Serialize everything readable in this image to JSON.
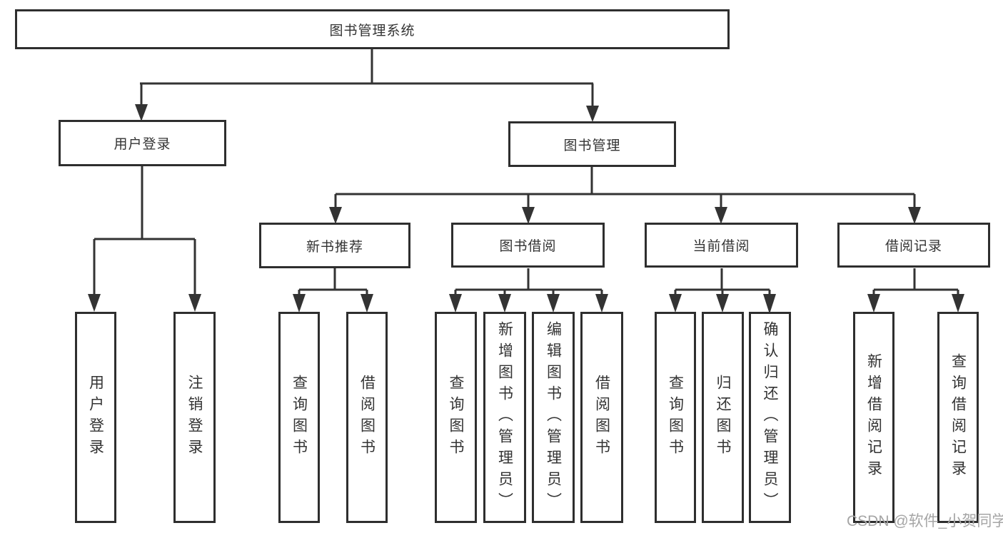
{
  "diagram": {
    "root": {
      "label": "图书管理系统"
    },
    "user_login": {
      "label": "用户登录",
      "children": {
        "login": {
          "label": "用户登录"
        },
        "logout": {
          "label": "注销登录"
        }
      }
    },
    "book_mgmt": {
      "label": "图书管理",
      "children": {
        "new_book_rec": {
          "label": "新书推荐",
          "children": {
            "query_book": {
              "label": "查询图书"
            },
            "borrow_book": {
              "label": "借阅图书"
            }
          }
        },
        "book_borrow": {
          "label": "图书借阅",
          "children": {
            "query_book": {
              "label": "查询图书"
            },
            "add_book": {
              "label": "新增图书（管理员）"
            },
            "edit_book": {
              "label": "编辑图书（管理员）"
            },
            "borrow_book": {
              "label": "借阅图书"
            }
          }
        },
        "current_borrow": {
          "label": "当前借阅",
          "children": {
            "query_book": {
              "label": "查询图书"
            },
            "return_book": {
              "label": "归还图书"
            },
            "confirm_return": {
              "label": "确认归还（管理员）"
            }
          }
        },
        "borrow_record": {
          "label": "借阅记录",
          "children": {
            "add_record": {
              "label": "新增借阅记录"
            },
            "query_record": {
              "label": "查询借阅记录"
            }
          }
        }
      }
    },
    "colors": {
      "line": "#333333",
      "border": "#2e2e2e",
      "text": "#333333",
      "watermark": "#a5a5a5"
    },
    "watermark": "CSDN @软件_小贺同学"
  }
}
